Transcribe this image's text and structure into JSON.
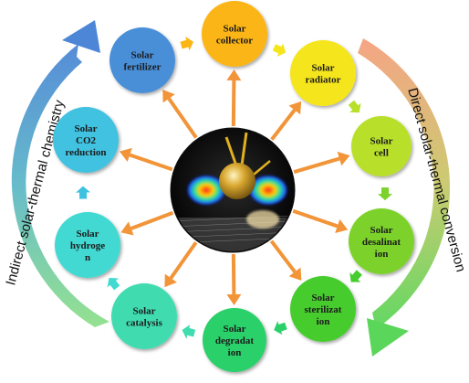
{
  "center": {
    "image_name": "plasmonic-nanoparticle-heating-icon"
  },
  "arc_labels": {
    "left": "Indirect solar-thermal chemistry",
    "right": "Direct solar-thermal conversion"
  },
  "nodes": [
    {
      "key": "collector",
      "lines": [
        "Solar",
        "collector"
      ],
      "color": "#fbb514"
    },
    {
      "key": "radiator",
      "lines": [
        "Solar",
        "radiator"
      ],
      "color": "#f5e51a"
    },
    {
      "key": "cell",
      "lines": [
        "Solar",
        "cell"
      ],
      "color": "#b8e02a"
    },
    {
      "key": "desalination",
      "lines": [
        "Solar",
        "desalinat",
        "ion"
      ],
      "color": "#7bd22a"
    },
    {
      "key": "sterilization",
      "lines": [
        "Solar",
        "sterilizat",
        "ion"
      ],
      "color": "#46cc2e"
    },
    {
      "key": "degradation",
      "lines": [
        "Solar",
        "degradat",
        "ion"
      ],
      "color": "#2bd06a"
    },
    {
      "key": "catalysis",
      "lines": [
        "Solar",
        "catalysis"
      ],
      "color": "#3fdcb0"
    },
    {
      "key": "hydrogen",
      "lines": [
        "Solar",
        "hydroge",
        "n"
      ],
      "color": "#42d9d2"
    },
    {
      "key": "co2",
      "lines": [
        "Solar",
        "CO2",
        "reduction"
      ],
      "color": "#3fc2e0"
    },
    {
      "key": "fertilizer",
      "lines": [
        "Solar",
        "fertilizer"
      ],
      "color": "#4a8fd8"
    }
  ],
  "colors": {
    "spoke_arrow": "#f29438",
    "left_arc_top": "#4d86d6",
    "left_arc_bottom": "#8fe08a",
    "right_arc_top": "#f5a07e",
    "right_arc_bottom": "#5ad65a"
  }
}
